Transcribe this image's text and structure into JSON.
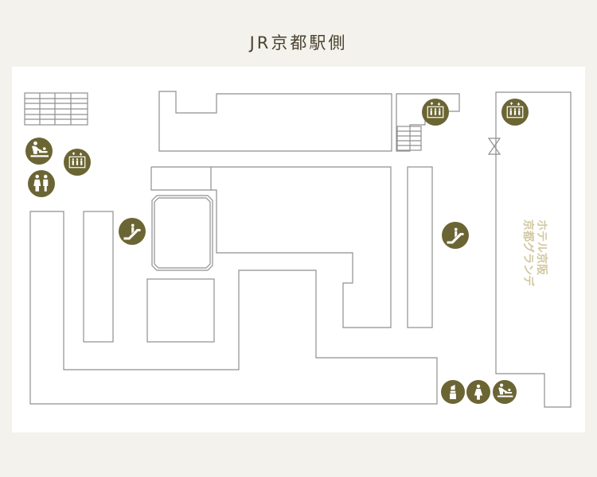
{
  "title": "JR京都駅側",
  "hotel_label": {
    "line1": "ホテル京阪",
    "line2": "京都グランデ"
  },
  "colors": {
    "background": "#f4f2ec",
    "map_panel": "#ffffff",
    "walls": "#8f8f8f",
    "icon_fill": "#6b6534",
    "hotel_text": "#d2c9a3",
    "title_text": "#4a4331"
  },
  "icons": [
    "stairs-icon",
    "baby-changing-icon",
    "elevator-icon",
    "restroom-icon",
    "escalator-icon",
    "elevator-icon",
    "stairs-icon",
    "elevator-icon",
    "hourglass-icon",
    "escalator-icon",
    "lipstick-powder-room-icon",
    "womens-restroom-icon",
    "baby-changing-icon"
  ]
}
